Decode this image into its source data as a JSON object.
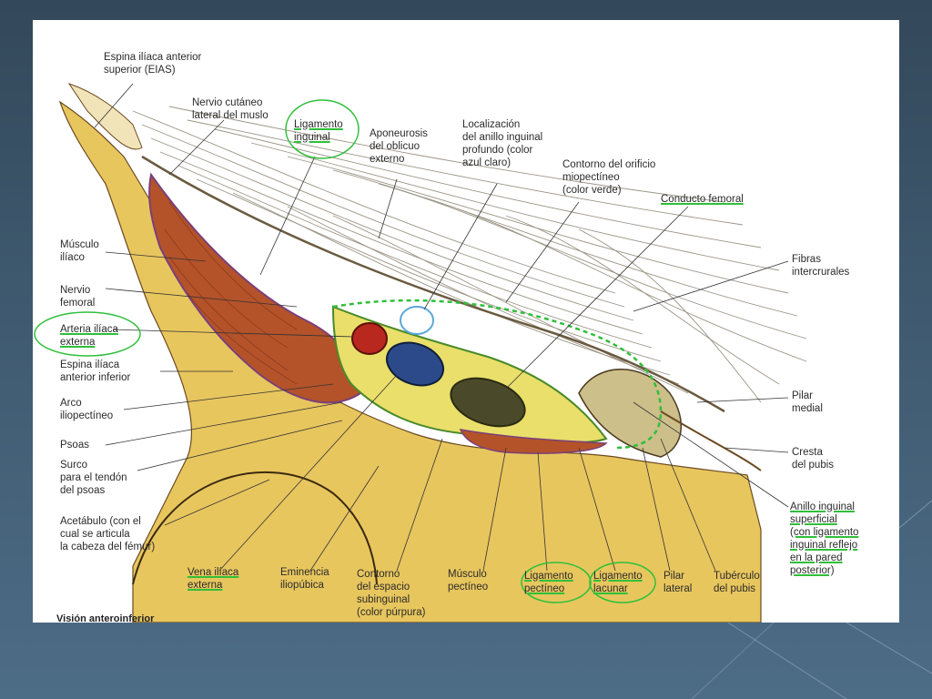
{
  "labels": {
    "eias": "Espina ilíaca anterior\nsuperior (EIAS)",
    "nervio_cutaneo": "Nervio cutáneo\nlateral del muslo",
    "ligamento_inguinal": "Ligamento\ninguinal",
    "aponeurosis": "Aponeurosis\ndel oblicuo\nexterno",
    "localizacion": "Localización\ndel anillo inguinal\nprofundo (color\nazul claro)",
    "contorno_orificio": "Contorno del orificio\nmiopectíneo\n(color verde)",
    "conducto_femoral": "Conducto femoral",
    "musculo_iliaco": "Músculo\nilíaco",
    "nervio_femoral": "Nervio\nfemoral",
    "arteria_iliaca": "Arteria ilíaca\nexterna",
    "espina_inferior": "Espina ilíaca\nanterior inferior",
    "arco": "Arco\niliopectíneo",
    "psoas": "Psoas",
    "surco": "Surco\npara el tendón\ndel psoas",
    "acetabulo": "Acetábulo (con el\ncual se articula\nla cabeza del fémur)",
    "fibras": "Fibras\nintercrurales",
    "pilar_medial": "Pilar\nmedial",
    "cresta": "Cresta\ndel pubis",
    "anillo_superficial": "Anillo inguinal\nsuperficial\n(con ligamento\ninguinal reflejo\nen la pared\nposterior)",
    "vena_iliaca": "Vena ilíaca\nexterna",
    "eminencia": "Eminencia\niliopúbica",
    "contorno_espacio": "Contorno\ndel espacio\nsubinguinal\n(color púrpura)",
    "musculo_pectineo": "Músculo\npectíneo",
    "ligamento_pectineo": "Ligamento\npectíneo",
    "ligamento_lacunar": "Ligamento\nlacunar",
    "pilar_lateral": "Pilar\nlateral",
    "tuberculo": "Tubérculo\ndel pubis",
    "vista": "Visión anteroinferior"
  },
  "colors": {
    "bone": "#e8c65e",
    "muscle": "#b4532a",
    "artery": "#b8281e",
    "vein": "#2c4a8a",
    "fat": "#e9df6a",
    "highlight_green": "#2fbf3a",
    "outline_purple": "#7a3f7a",
    "deep_ring_blue": "#5aa6d8"
  }
}
